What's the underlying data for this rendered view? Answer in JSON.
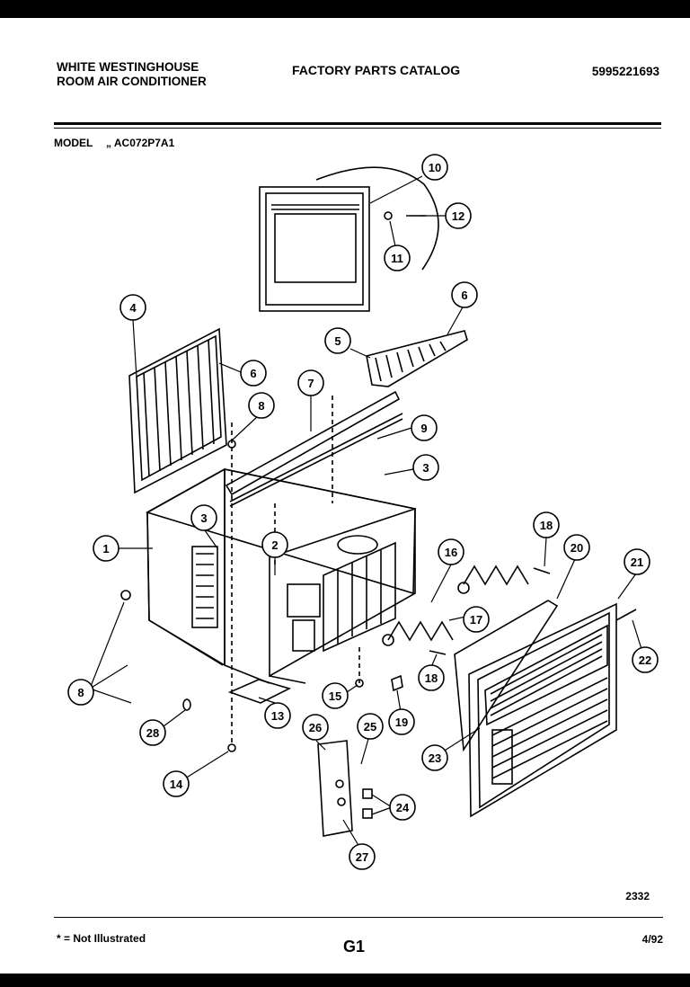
{
  "header": {
    "brand_line1": "WHITE WESTINGHOUSE",
    "brand_line2": "ROOM AIR CONDITIONER",
    "catalog_title": "FACTORY PARTS CATALOG",
    "catalog_number": "5995221693"
  },
  "model": {
    "label": "MODEL",
    "value": "„ AC072P7A1"
  },
  "callouts": [
    "10",
    "11",
    "12",
    "4",
    "6",
    "5",
    "6",
    "7",
    "8",
    "9",
    "3",
    "3",
    "1",
    "2",
    "16",
    "18",
    "20",
    "21",
    "17",
    "22",
    "8",
    "15",
    "19",
    "18",
    "13",
    "28",
    "26",
    "25",
    "23",
    "14",
    "24",
    "27"
  ],
  "footer": {
    "reference": "2332",
    "note": "* = Not Illustrated",
    "page": "G1",
    "date": "4/92"
  }
}
